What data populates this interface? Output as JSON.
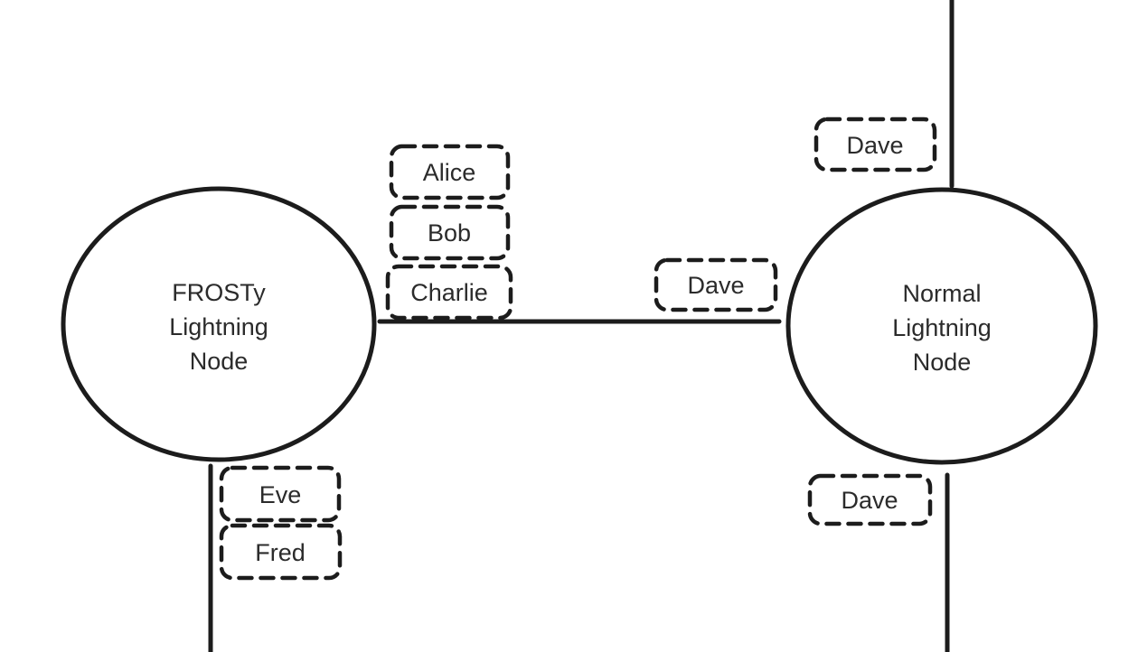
{
  "diagram": {
    "title_semantic": "FROSTy vs Normal Lightning Node channel diagram",
    "left_node": {
      "line1": "FROSTy",
      "line2": "Lightning",
      "line3": "Node"
    },
    "right_node": {
      "line1": "Normal",
      "line2": "Lightning",
      "line3": "Node"
    },
    "participant_labels": {
      "alice": "Alice",
      "bob": "Bob",
      "charlie": "Charlie",
      "dave_channel": "Dave",
      "dave_top_right": "Dave",
      "dave_bottom_right": "Dave",
      "eve": "Eve",
      "fred": "Fred"
    },
    "colors": {
      "stroke": "#1c1c1c",
      "text": "#2b2b2b",
      "background": "#ffffff"
    }
  }
}
